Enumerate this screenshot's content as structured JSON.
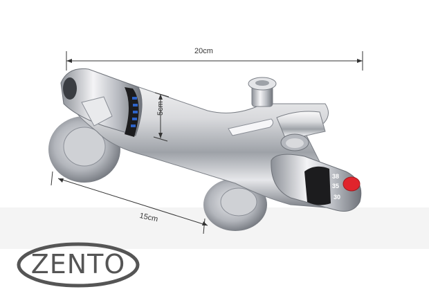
{
  "dimensions": {
    "width": "20cm",
    "depth": "15cm",
    "diameter": "5cm"
  },
  "temperature_scale": [
    "38",
    "35",
    "30"
  ],
  "brand": {
    "logo_text": "ZENTO"
  },
  "colors": {
    "chrome_light": "#f2f2f4",
    "chrome_dark": "#8a8e96",
    "accent_blue": "#2d63c8",
    "knob_red": "#e0242c",
    "ring_black": "#1a1a1a",
    "logo_gray": "#555555"
  }
}
